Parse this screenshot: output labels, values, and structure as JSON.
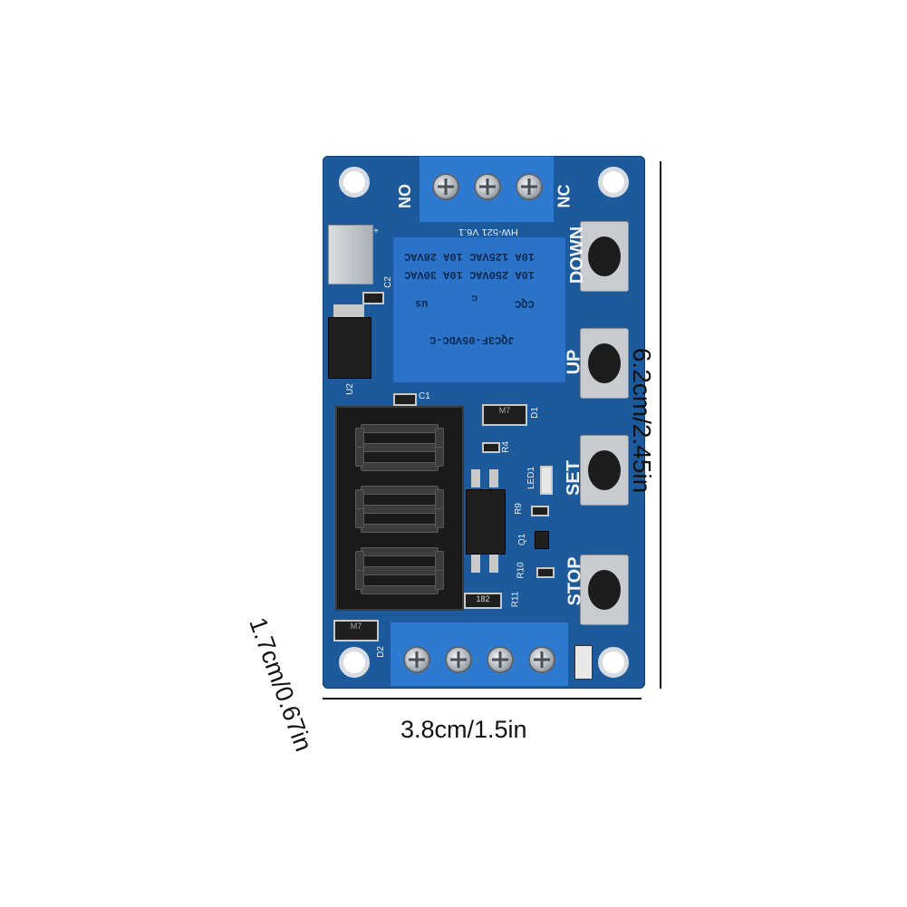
{
  "dimensions": {
    "height": "6.2cm/2.45in",
    "width": "3.8cm/1.5in",
    "thickness": "1.7cm/0.67in"
  },
  "board": {
    "model": "HW-521 V6.1",
    "relay_text": [
      "10A 250VAC 10A 30VAC",
      "10A 125VAC 10A 28VAC",
      "JQC3F-05VDC-C"
    ],
    "relay_marks": [
      "CQC",
      "c",
      "us"
    ],
    "labels": {
      "no": "NO",
      "nc": "NC",
      "down": "DOWN",
      "up": "UP",
      "set": "SET",
      "stop": "STOP",
      "c2": "C2",
      "u2": "U2",
      "c1": "C1",
      "d1": "D1",
      "d2": "D2",
      "r4": "R4",
      "led1": "LED1",
      "r9": "R9",
      "q1": "Q1",
      "r10": "R10",
      "r11": "R11",
      "plus": "+",
      "r11_value": "182",
      "d1_mark": "M7",
      "d2_mark": "M7"
    }
  }
}
